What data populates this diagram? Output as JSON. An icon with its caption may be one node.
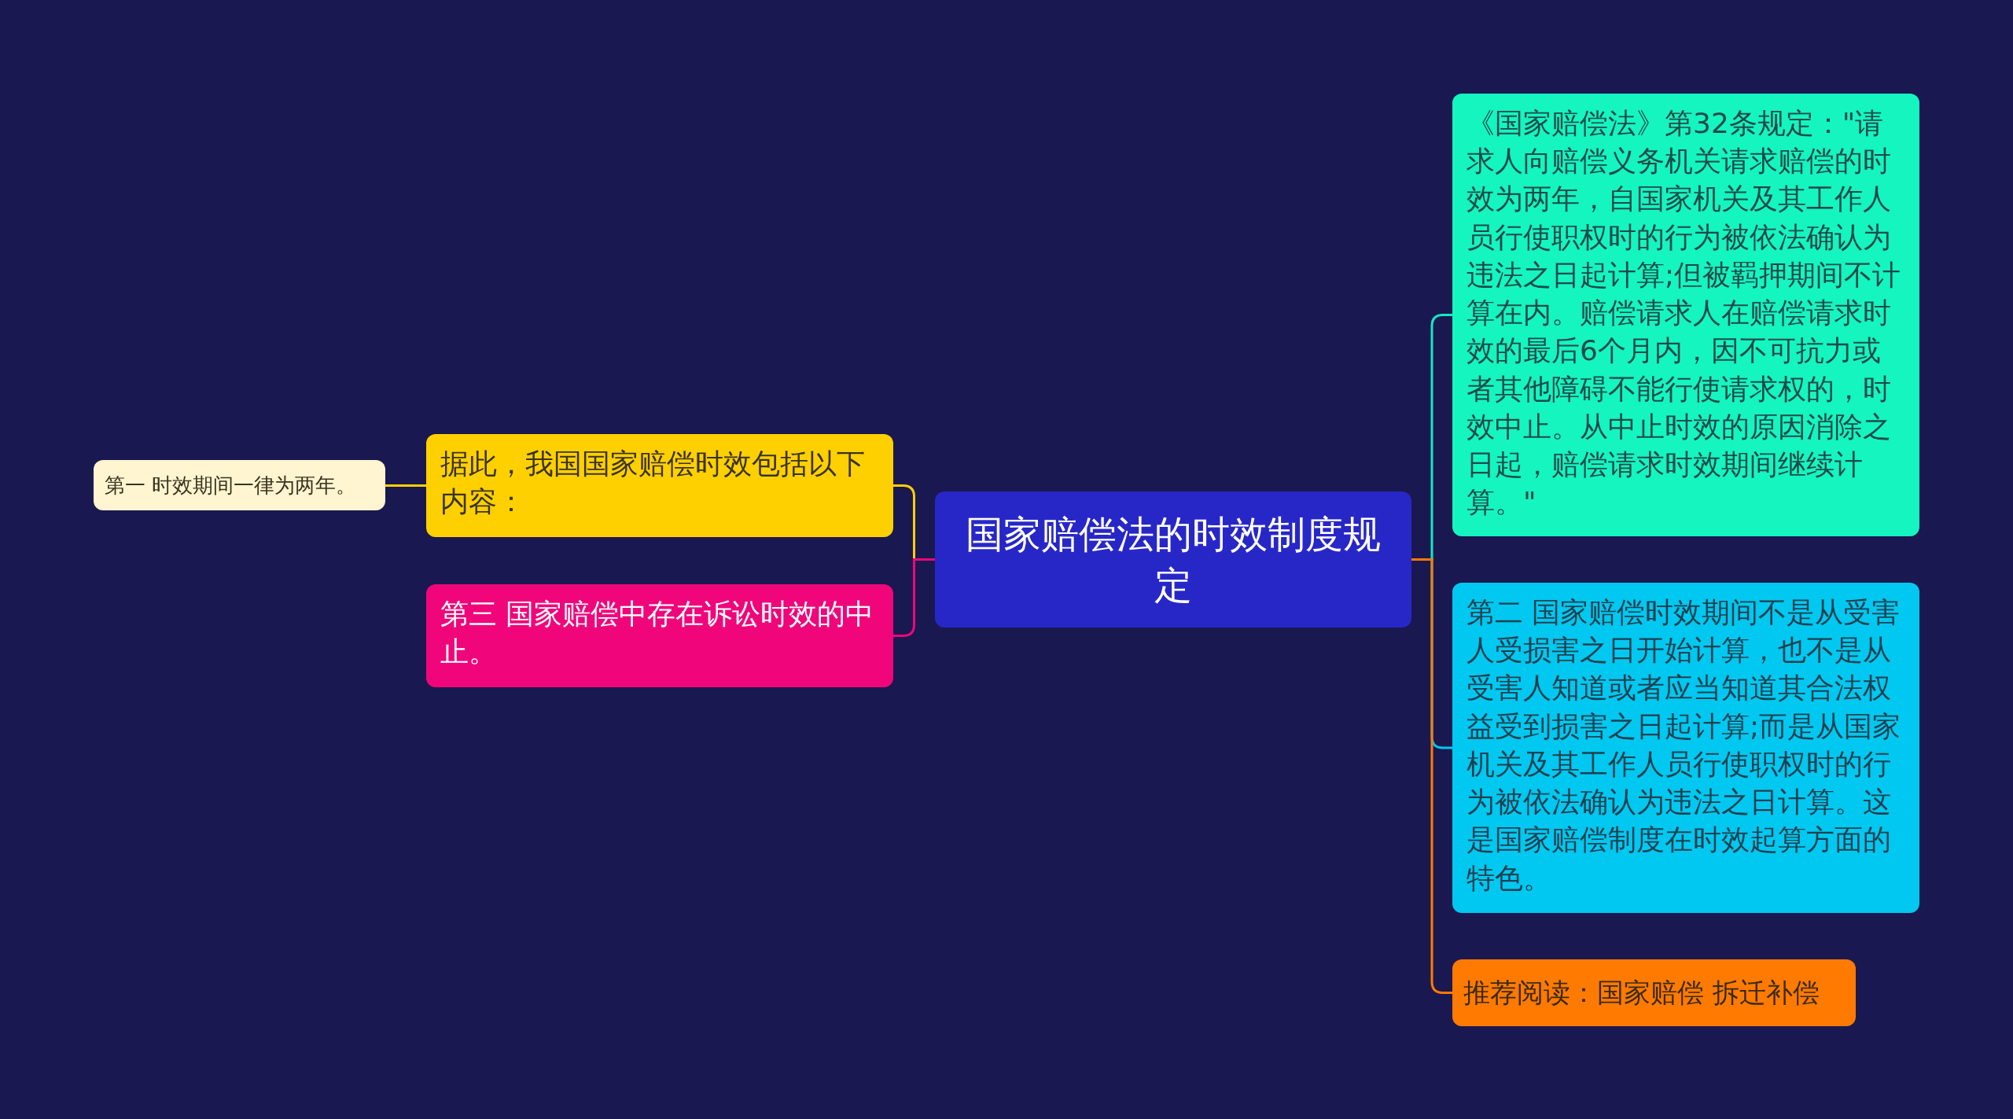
{
  "diagram": {
    "nodes": [
      {
        "text": [
          "国家赔偿法的时效制度规定"
        ]
      },
      {
        "text": [
          "据此，我国国家赔偿时效包括以下内容："
        ]
      },
      {
        "text": [
          "第一 时效期间一律为两年。"
        ]
      },
      {
        "text": [
          "第三 国家赔偿中存在诉讼时效的中止。"
        ]
      },
      {
        "text": [
          "《国家赔偿法》第32条规定：\"请求人向赔偿义务机关请求赔偿的时效为两年，自国家机关及其工作人员行使职权时的行为被依法确认为违法之日起计算;但被羁押期间不计算在内。赔偿请求人在赔偿请求时效的最后6个月内，因不可抗力或者其他障碍不能行使请求权的，时效中止。从中止时效的原因消除之日起，赔偿请求时效期间继续计算。\""
        ]
      },
      {
        "text": [
          "第二 国家赔偿时效期间不是从受害人受损害之日开始计算，也不是从受害人知道或者应当知道其合法权益受到损害之日起计算;而是从国家机关及其工作人员行使职权时的行为被依法确认为违法之日计算。这是国家赔偿制度在时效起算方面的特色。"
        ]
      },
      {
        "text": [
          "推荐阅读：国家赔偿 拆迁补偿"
        ]
      }
    ],
    "edges": [
      {
        "from": 0,
        "to": 1,
        "arrow": "none",
        "color": "#ffd000"
      },
      {
        "from": 1,
        "to": 2,
        "arrow": "none",
        "color": "#ffd000"
      },
      {
        "from": 0,
        "to": 3,
        "arrow": "none",
        "color": "#f0067a"
      },
      {
        "from": 0,
        "to": 4,
        "arrow": "none",
        "color": "#14e8c0"
      },
      {
        "from": 0,
        "to": 5,
        "arrow": "none",
        "color": "#00c8f0"
      },
      {
        "from": 0,
        "to": 6,
        "arrow": "none",
        "color": "#ff7a00"
      }
    ]
  }
}
